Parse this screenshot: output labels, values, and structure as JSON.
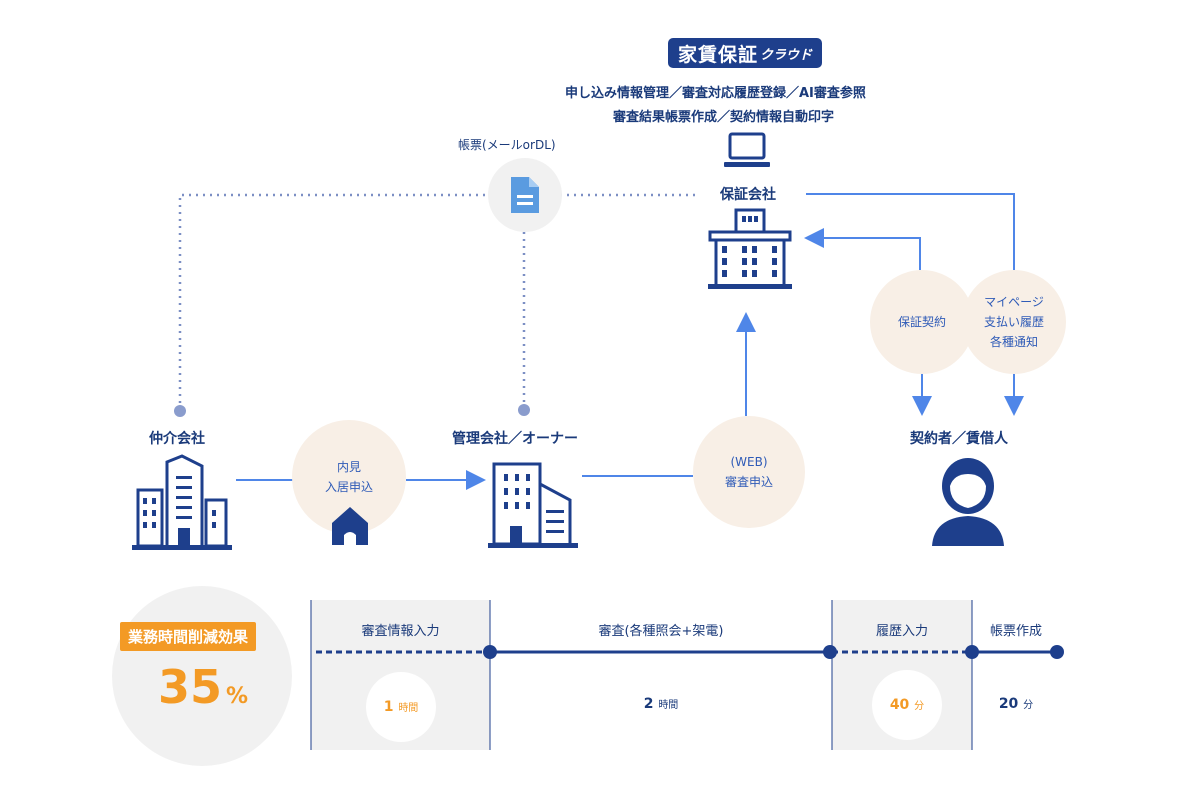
{
  "logo": {
    "main": "家賃保証",
    "sub": "クラウド"
  },
  "features": {
    "line1": "申し込み情報管理／審査対応履歴登録／AI審査参照",
    "line2": "審査結果帳票作成／契約情報自動印字"
  },
  "document_label": "帳票(メールorDL)",
  "nodes": {
    "guarantor": "保証会社",
    "broker": "仲介会社",
    "manager": "管理会社／オーナー",
    "tenant": "契約者／賃借人"
  },
  "circles": {
    "viewing": [
      "内見",
      "入居申込"
    ],
    "web": [
      "(WEB)",
      "審査申込"
    ],
    "contract": [
      "保証契約"
    ],
    "mypage": [
      "マイページ",
      "支払い履歴",
      "各種通知"
    ]
  },
  "effect": {
    "label": "業務時間削減効果",
    "value": "35",
    "unit": "%"
  },
  "timeline": [
    {
      "label": "審査情報入力",
      "value": "1",
      "unit": "時間"
    },
    {
      "label": "審査(各種照会+架電)",
      "value": "2",
      "unit": "時間"
    },
    {
      "label": "履歴入力",
      "value": "40",
      "unit": "分"
    },
    {
      "label": "帳票作成",
      "value": "20",
      "unit": "分"
    }
  ],
  "colors": {
    "navy": "#1e3f8c",
    "blue": "#4f86e8",
    "orange": "#f39a25",
    "beige": "#f8efe6",
    "gray_bg": "#f1f1f1"
  }
}
